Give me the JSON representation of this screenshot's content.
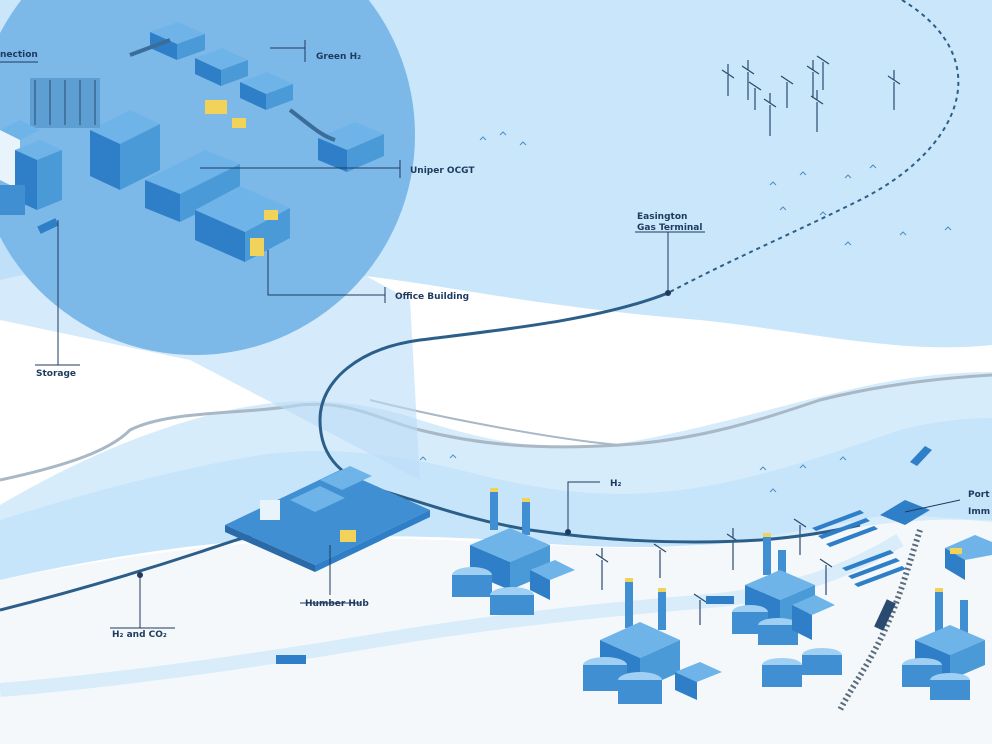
{
  "labels": {
    "connection": "nection",
    "green_h2": "Green H₂",
    "uniper_ocgt": "Uniper OCGT",
    "easington": [
      "Easington",
      "Gas Terminal"
    ],
    "office_building": "Office Building",
    "storage": "Storage",
    "h2": "H₂",
    "port": [
      "Port",
      "Imm"
    ],
    "humber_hub": "Humber Hub",
    "h2_co2": "H₂ and CO₂"
  },
  "colors": {
    "sea": "#c9e6fa",
    "sea_light": "#daeefc",
    "land": "#f4f8fb",
    "coast": "#a8b8c6",
    "zoom_circle": "#7cb8e8",
    "accent": "#2f7fc8",
    "label_dark": "#1e3a5f"
  }
}
